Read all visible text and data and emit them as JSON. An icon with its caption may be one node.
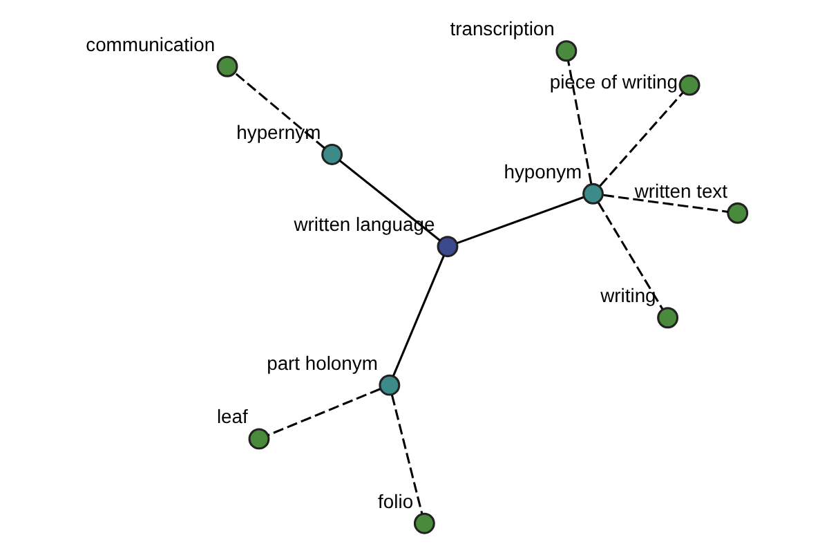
{
  "diagram": {
    "nodes": [
      {
        "text": [
          "written language"
        ]
      },
      {
        "text": [
          "hyponym"
        ]
      },
      {
        "text": [
          "part holonym"
        ]
      },
      {
        "text": [
          "hypernym"
        ]
      },
      {
        "text": [
          "piece of writing"
        ]
      },
      {
        "text": [
          "transcription"
        ]
      },
      {
        "text": [
          "writing"
        ]
      },
      {
        "text": [
          "written text"
        ]
      },
      {
        "text": [
          "leaf"
        ]
      },
      {
        "text": [
          "folio"
        ]
      },
      {
        "text": [
          "communication"
        ]
      }
    ],
    "edges": [
      {
        "from": 0,
        "to": 1,
        "arrow": "none"
      },
      {
        "from": 0,
        "to": 2,
        "arrow": "none"
      },
      {
        "from": 0,
        "to": 3,
        "arrow": "none"
      },
      {
        "from": 1,
        "to": 4,
        "arrow": "none",
        "style": "dashed"
      },
      {
        "from": 1,
        "to": 5,
        "arrow": "none",
        "style": "dashed"
      },
      {
        "from": 1,
        "to": 6,
        "arrow": "none",
        "style": "dashed"
      },
      {
        "from": 1,
        "to": 7,
        "arrow": "none",
        "style": "dashed"
      },
      {
        "from": 2,
        "to": 8,
        "arrow": "none",
        "style": "dashed"
      },
      {
        "from": 2,
        "to": 9,
        "arrow": "none",
        "style": "dashed"
      },
      {
        "from": 3,
        "to": 10,
        "arrow": "none",
        "style": "dashed"
      }
    ]
  }
}
